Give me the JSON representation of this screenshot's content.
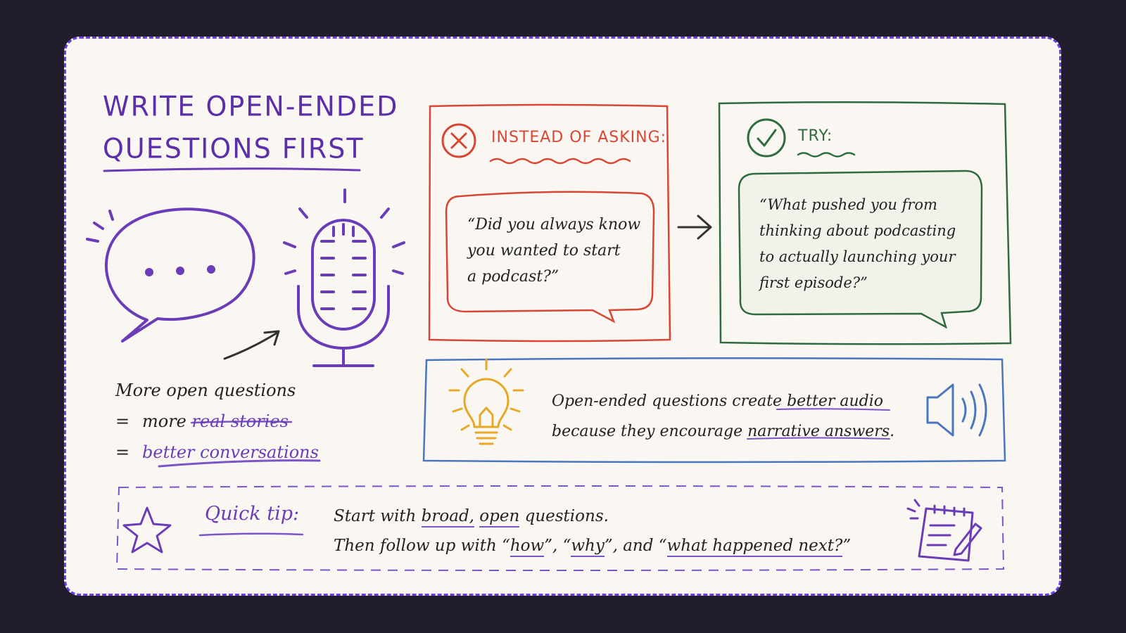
{
  "title": {
    "line1": "WRITE OPEN-ENDED",
    "line2": "QUESTIONS FIRST"
  },
  "summary": {
    "line1": "More open questions",
    "eq": "=",
    "line2_prefix": "more",
    "line2_highlight": "real stories",
    "line3_highlight": "better conversations"
  },
  "instead": {
    "label": "INSTEAD OF ASKING:",
    "quote": [
      "“Did you always know",
      "you wanted to start",
      "a podcast?”"
    ]
  },
  "try": {
    "label": "TRY:",
    "quote": [
      "“What pushed you from",
      "thinking about podcasting",
      "to actually launching your",
      "first episode?”"
    ]
  },
  "insight": {
    "line1_prefix": "Open-ended questions create",
    "line1_highlight": "better audio",
    "line2_prefix": "because they encourage",
    "line2_highlight": "narrative answers."
  },
  "tip": {
    "label": "Quick tip:",
    "line1": {
      "prefix": "Start with",
      "broad": "broad,",
      "open": "open",
      "suffix": "questions."
    },
    "line2": {
      "prefix": "Then follow up with",
      "q_open1": "“",
      "how": "how",
      "mid1": "”, “",
      "why": "why",
      "mid2": "”, and “",
      "what": "what happened next?",
      "q_close": "”"
    }
  },
  "colors": {
    "accent": "#6d3fe0",
    "purple_ink": "#5b2eaa",
    "red": "#d94734",
    "green": "#2f6b3e",
    "blue": "#4a76c0",
    "yellow": "#e6a826",
    "background": "#221d2c"
  },
  "icons": [
    "speech-bubble-icon",
    "microphone-icon",
    "x-circle-icon",
    "check-circle-icon",
    "arrow-right-icon",
    "lightbulb-icon",
    "speaker-icon",
    "star-icon",
    "notepad-icon"
  ]
}
